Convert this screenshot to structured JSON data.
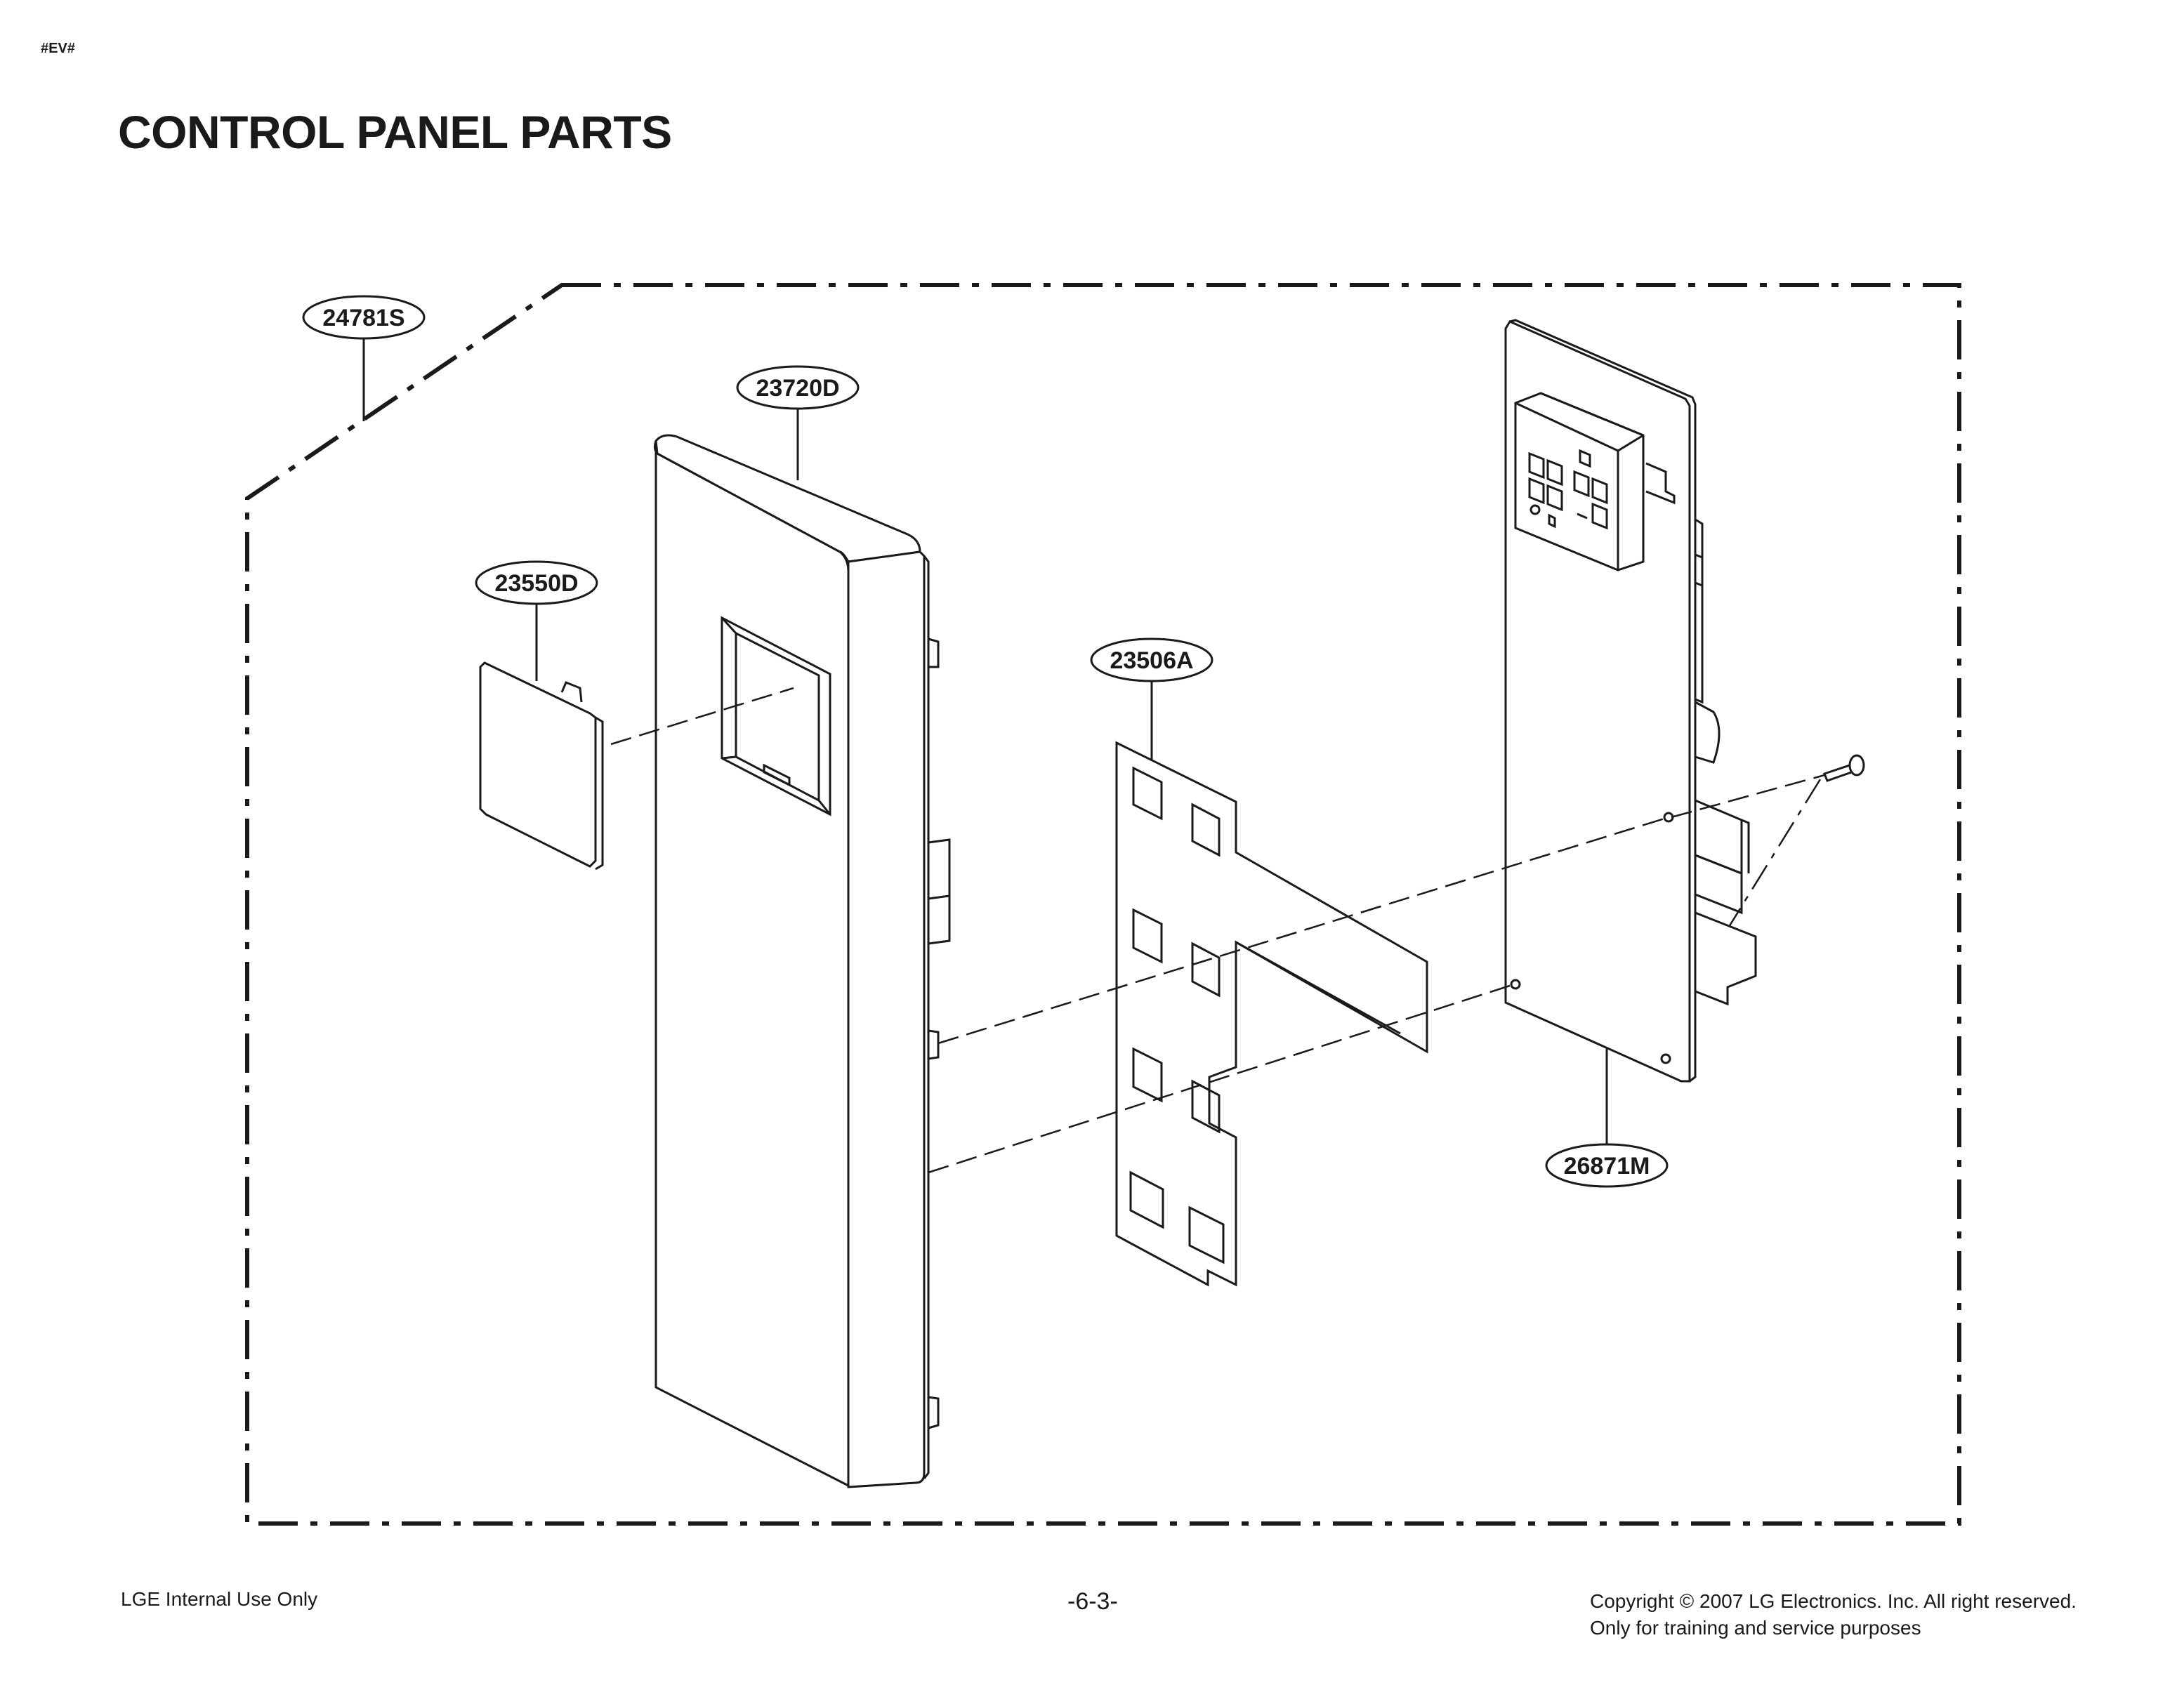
{
  "header": {
    "doc_tag": "#EV#",
    "title": "CONTROL PANEL PARTS"
  },
  "parts": [
    {
      "code": "24781S"
    },
    {
      "code": "23720D"
    },
    {
      "code": "23550D"
    },
    {
      "code": "23506A"
    },
    {
      "code": "26871M"
    }
  ],
  "footer": {
    "left": "LGE Internal Use Only",
    "page_number": "-6-3-",
    "copyright": "Copyright © 2007 LG Electronics. Inc. All right reserved.",
    "usage_note": "Only for training and service purposes"
  }
}
